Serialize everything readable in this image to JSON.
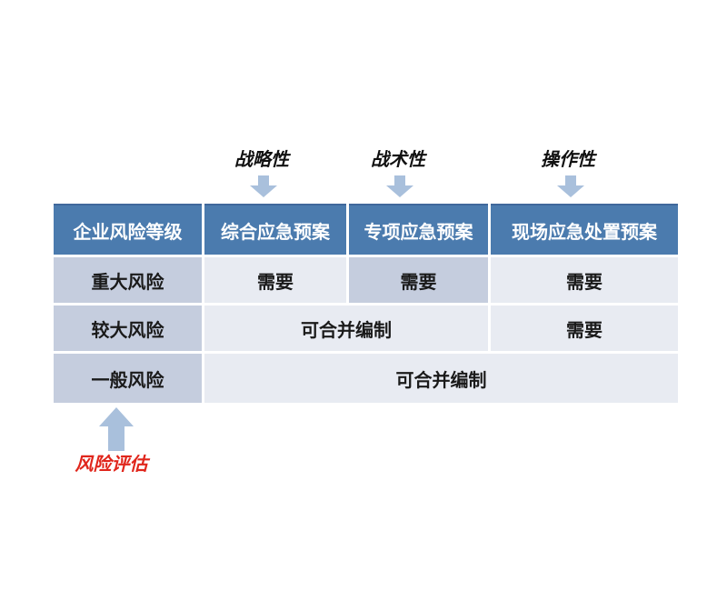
{
  "top_labels": [
    "战略性",
    "战术性",
    "操作性"
  ],
  "table": {
    "headers": [
      "企业风险等级",
      "综合应急预案",
      "专项应急预案",
      "现场应急处置预案"
    ],
    "rows": [
      {
        "level": "重大风险",
        "cells": [
          "需要",
          "需要",
          "需要"
        ]
      },
      {
        "level": "较大风险",
        "cells": [
          "可合并编制",
          "需要"
        ]
      },
      {
        "level": "一般风险",
        "cells": [
          "可合并编制"
        ]
      }
    ]
  },
  "bottom_label": "风险评估",
  "colors": {
    "header_bg": "#4b7bae",
    "header_text": "#ffffff",
    "level_column_bg": "#c5cdde",
    "cell_bg": "#e8ebf2",
    "highlight_cell_bg": "#c5cdde",
    "arrow_fill": "#a9c0dc",
    "risk_label_red": "#e0261c",
    "body_text": "#1a1a1a"
  }
}
